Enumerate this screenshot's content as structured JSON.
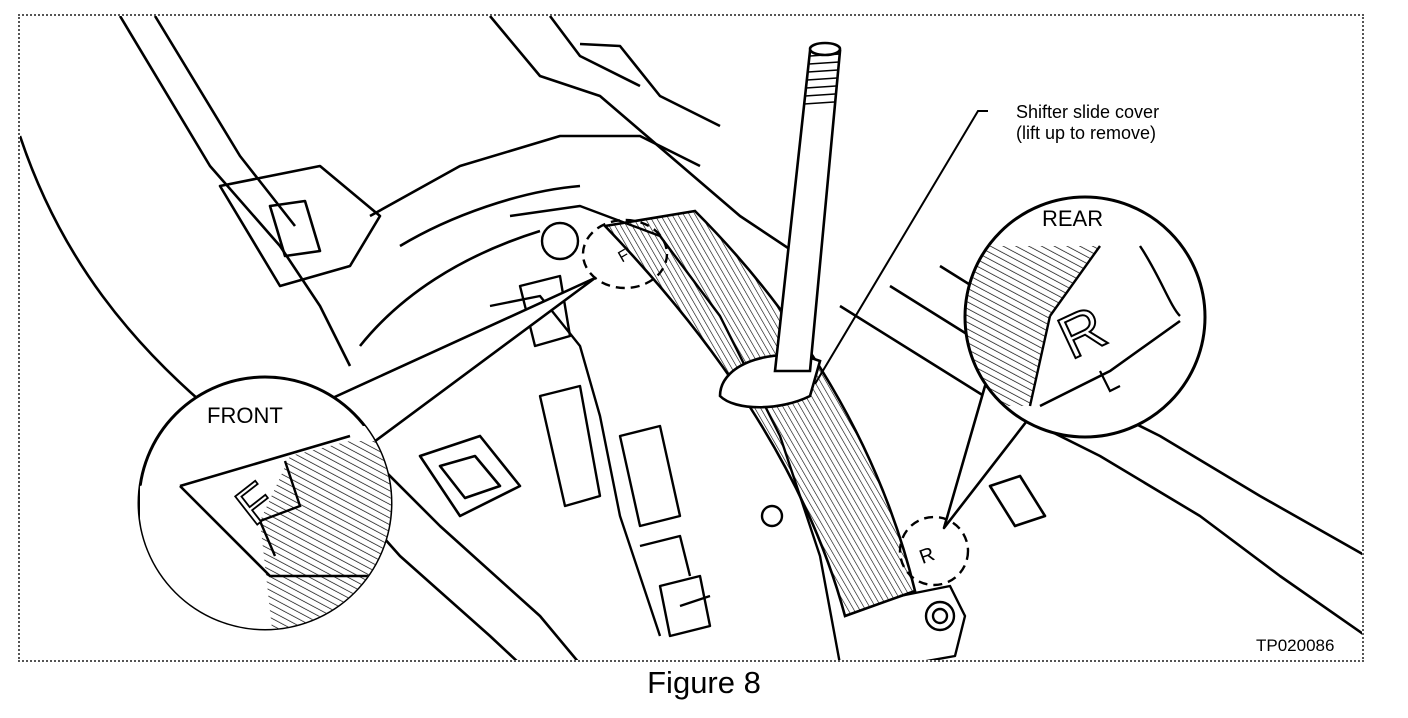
{
  "figure": {
    "callout": {
      "line1": "Shifter slide cover",
      "line2": "(lift up to remove)"
    },
    "front_label": "FRONT",
    "rear_label": "REAR",
    "front_marking": "F",
    "rear_marking": "R",
    "image_code": "TP020086",
    "caption": "Figure 8"
  }
}
